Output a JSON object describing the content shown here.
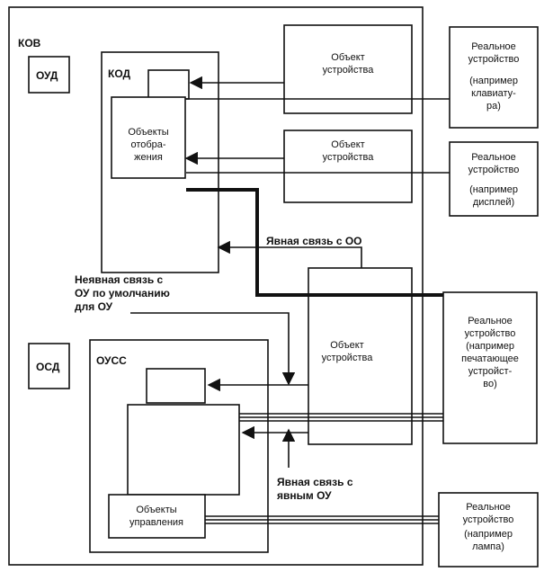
{
  "labels": {
    "kov": "КОВ",
    "oud": "ОУД",
    "kod": "КОД",
    "osd": "ОСД",
    "ouss": "ОУСС",
    "display_objects": [
      "Объекты",
      "отобра-",
      "жения"
    ],
    "device_object_1": [
      "Объект",
      "устройства"
    ],
    "device_object_2": [
      "Объект",
      "устройства"
    ],
    "device_object_3": [
      "Объект",
      "устройства"
    ],
    "control_objects": [
      "Объекты",
      "управления"
    ],
    "real_device_keyboard": [
      "Реальное",
      "устройство",
      "(например",
      "клавиату-",
      "ра)"
    ],
    "real_device_display": [
      "Реальное",
      "устройство",
      "(например",
      "дисплей)"
    ],
    "real_device_printer": [
      "Реальное",
      "устройство",
      "(например",
      "печатающее",
      "устройст-",
      "во)"
    ],
    "real_device_lamp": [
      "Реальное",
      "устройство",
      "(например",
      "лампа)"
    ],
    "explicit_link_oo": "Явная связь с ОО",
    "implicit_link": [
      "Неявная связь с",
      "ОУ по умолчанию",
      "для ОУ"
    ],
    "explicit_link_ou": [
      "Явная связь с",
      "явным ОУ"
    ]
  }
}
